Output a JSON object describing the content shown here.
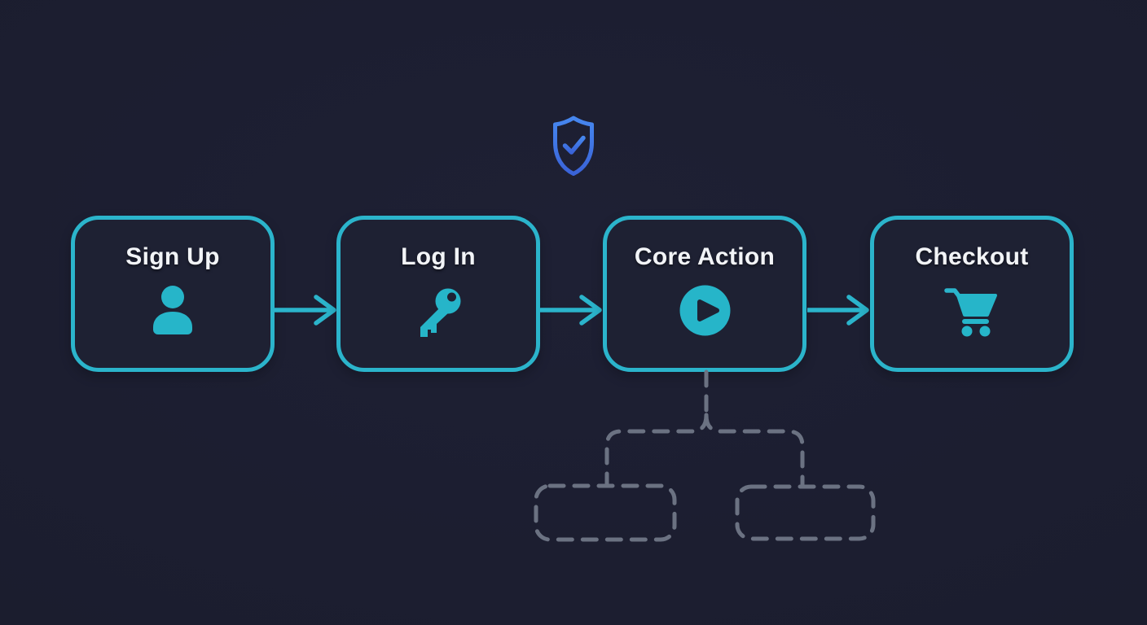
{
  "colors": {
    "background": "#1c1e30",
    "node_bg": "#1e2133",
    "node_border": "#2bb4cb",
    "icon": "#26b5c9",
    "shield_blue": "#3d7de4",
    "dashed": "#6b7282",
    "label_text": "#f2f4f7"
  },
  "header": {
    "icon": "shield-check-icon"
  },
  "steps": [
    {
      "id": "sign-up",
      "label": "Sign Up",
      "icon": "user-icon"
    },
    {
      "id": "log-in",
      "label": "Log In",
      "icon": "key-icon"
    },
    {
      "id": "core-action",
      "label": "Core Action",
      "icon": "play-icon"
    },
    {
      "id": "checkout",
      "label": "Checkout",
      "icon": "cart-icon"
    }
  ],
  "connectors": {
    "arrows_between_steps": 3,
    "branch_from": "core-action",
    "placeholder_boxes": [
      {
        "label": ""
      },
      {
        "label": ""
      }
    ]
  }
}
